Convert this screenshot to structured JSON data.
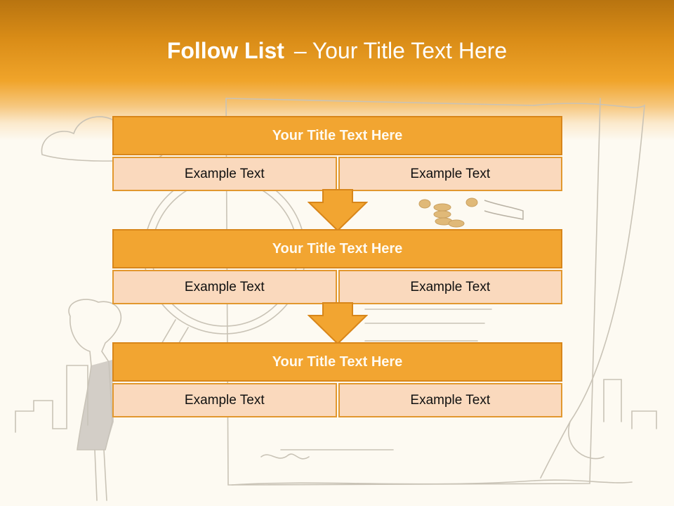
{
  "slide": {
    "title_bold": "Follow List",
    "title_separator": "–",
    "title_rest": "Your Title Text Here"
  },
  "steps": [
    {
      "title": "Your Title Text Here",
      "cells": [
        "Example Text",
        "Example Text"
      ]
    },
    {
      "title": "Your Title Text Here",
      "cells": [
        "Example Text",
        "Example Text"
      ]
    },
    {
      "title": "Your Title Text Here",
      "cells": [
        "Example Text",
        "Example Text"
      ]
    }
  ],
  "colors": {
    "header_orange": "#f0a42a",
    "block_title_fill": "#f2a531",
    "block_cell_fill": "#fad9bd",
    "arrow_fill": "#f2a531"
  },
  "background_illustration": "sketch of woman looking at a large document with magnifying glass and coins"
}
